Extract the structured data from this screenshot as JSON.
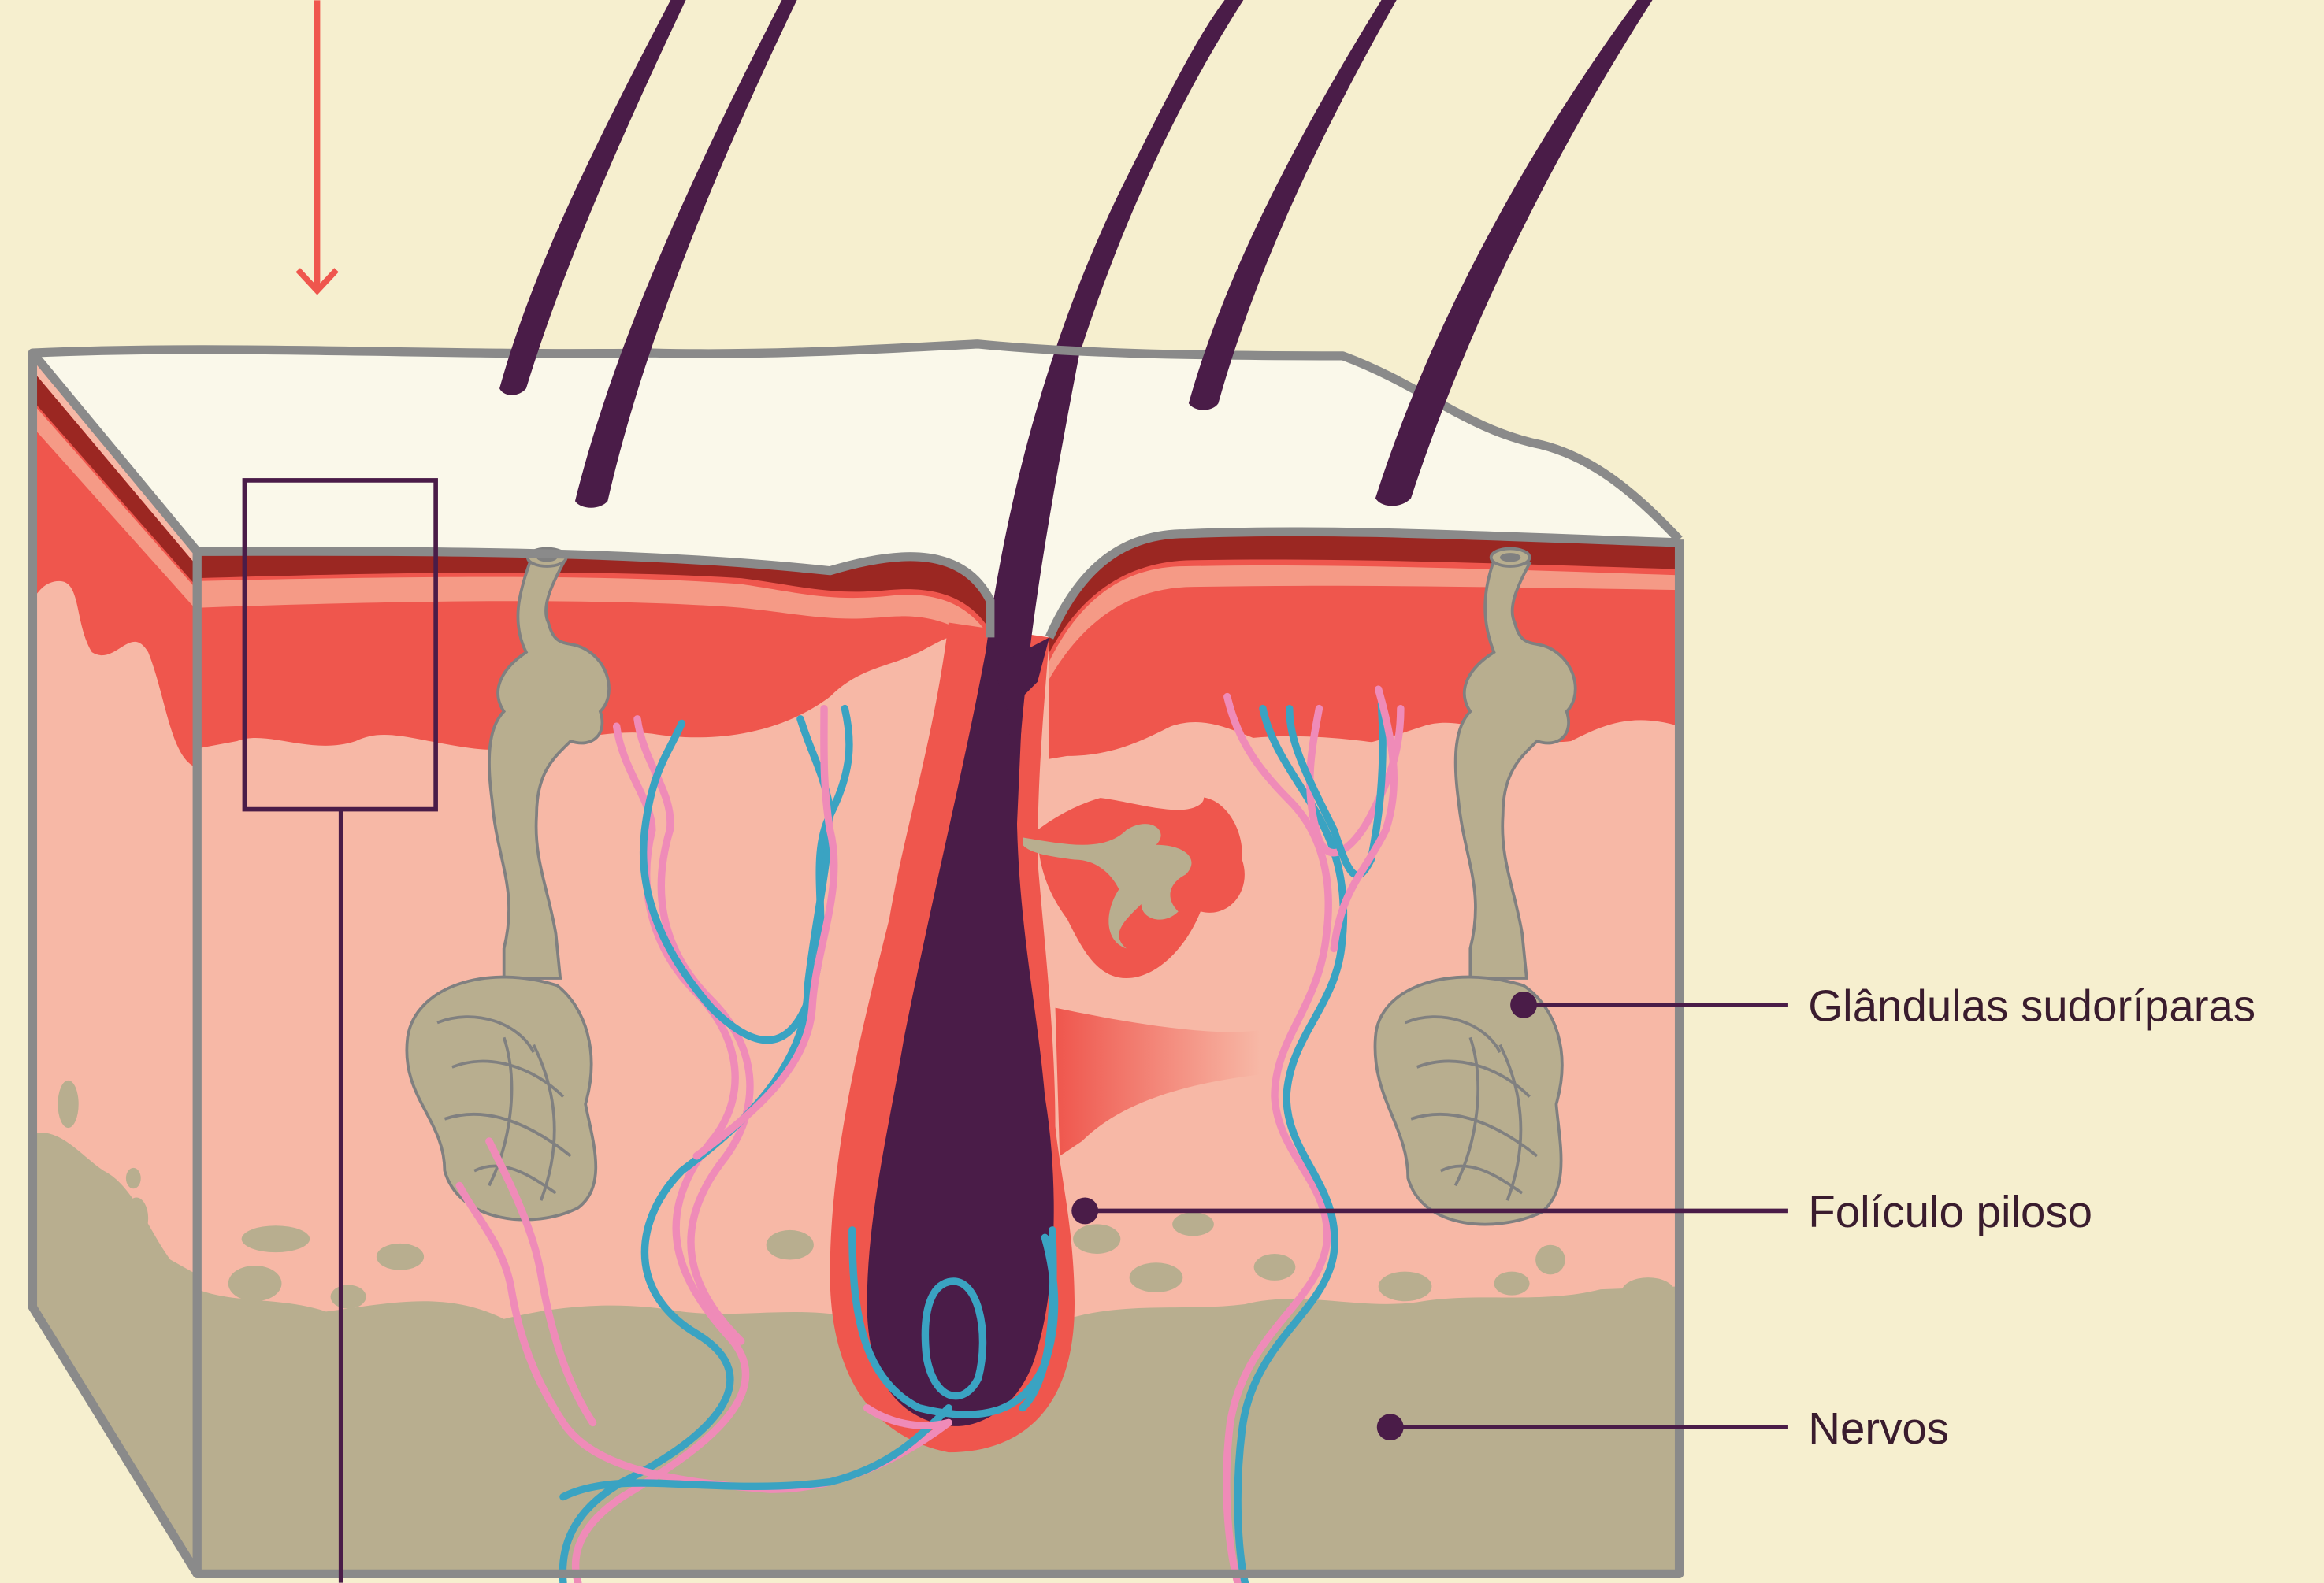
{
  "labels": {
    "sweat_glands": "Glândulas sudoríparas",
    "hair_follicle": "Folículo piloso",
    "nerves": "Nervos"
  },
  "colors": {
    "background": "#f6efcf",
    "epidermis_top": "#faf8ea",
    "outline": "#8a8a8a",
    "dermis_red": "#ef564d",
    "dermis_dark_red": "#9b2722",
    "dermis_light": "#f7b8a6",
    "subcutis": "#b8ae8f",
    "hair": "#4a1c48",
    "vessel_blue": "#3aa3c2",
    "vessel_pink": "#ef8bb8",
    "gland": "#bdb396",
    "leader": "#4a1c48",
    "arrow": "#ef564d"
  },
  "icons": {
    "top_arrow": "arrow-down-icon",
    "highlight_box": "rectangle-outline-icon"
  }
}
